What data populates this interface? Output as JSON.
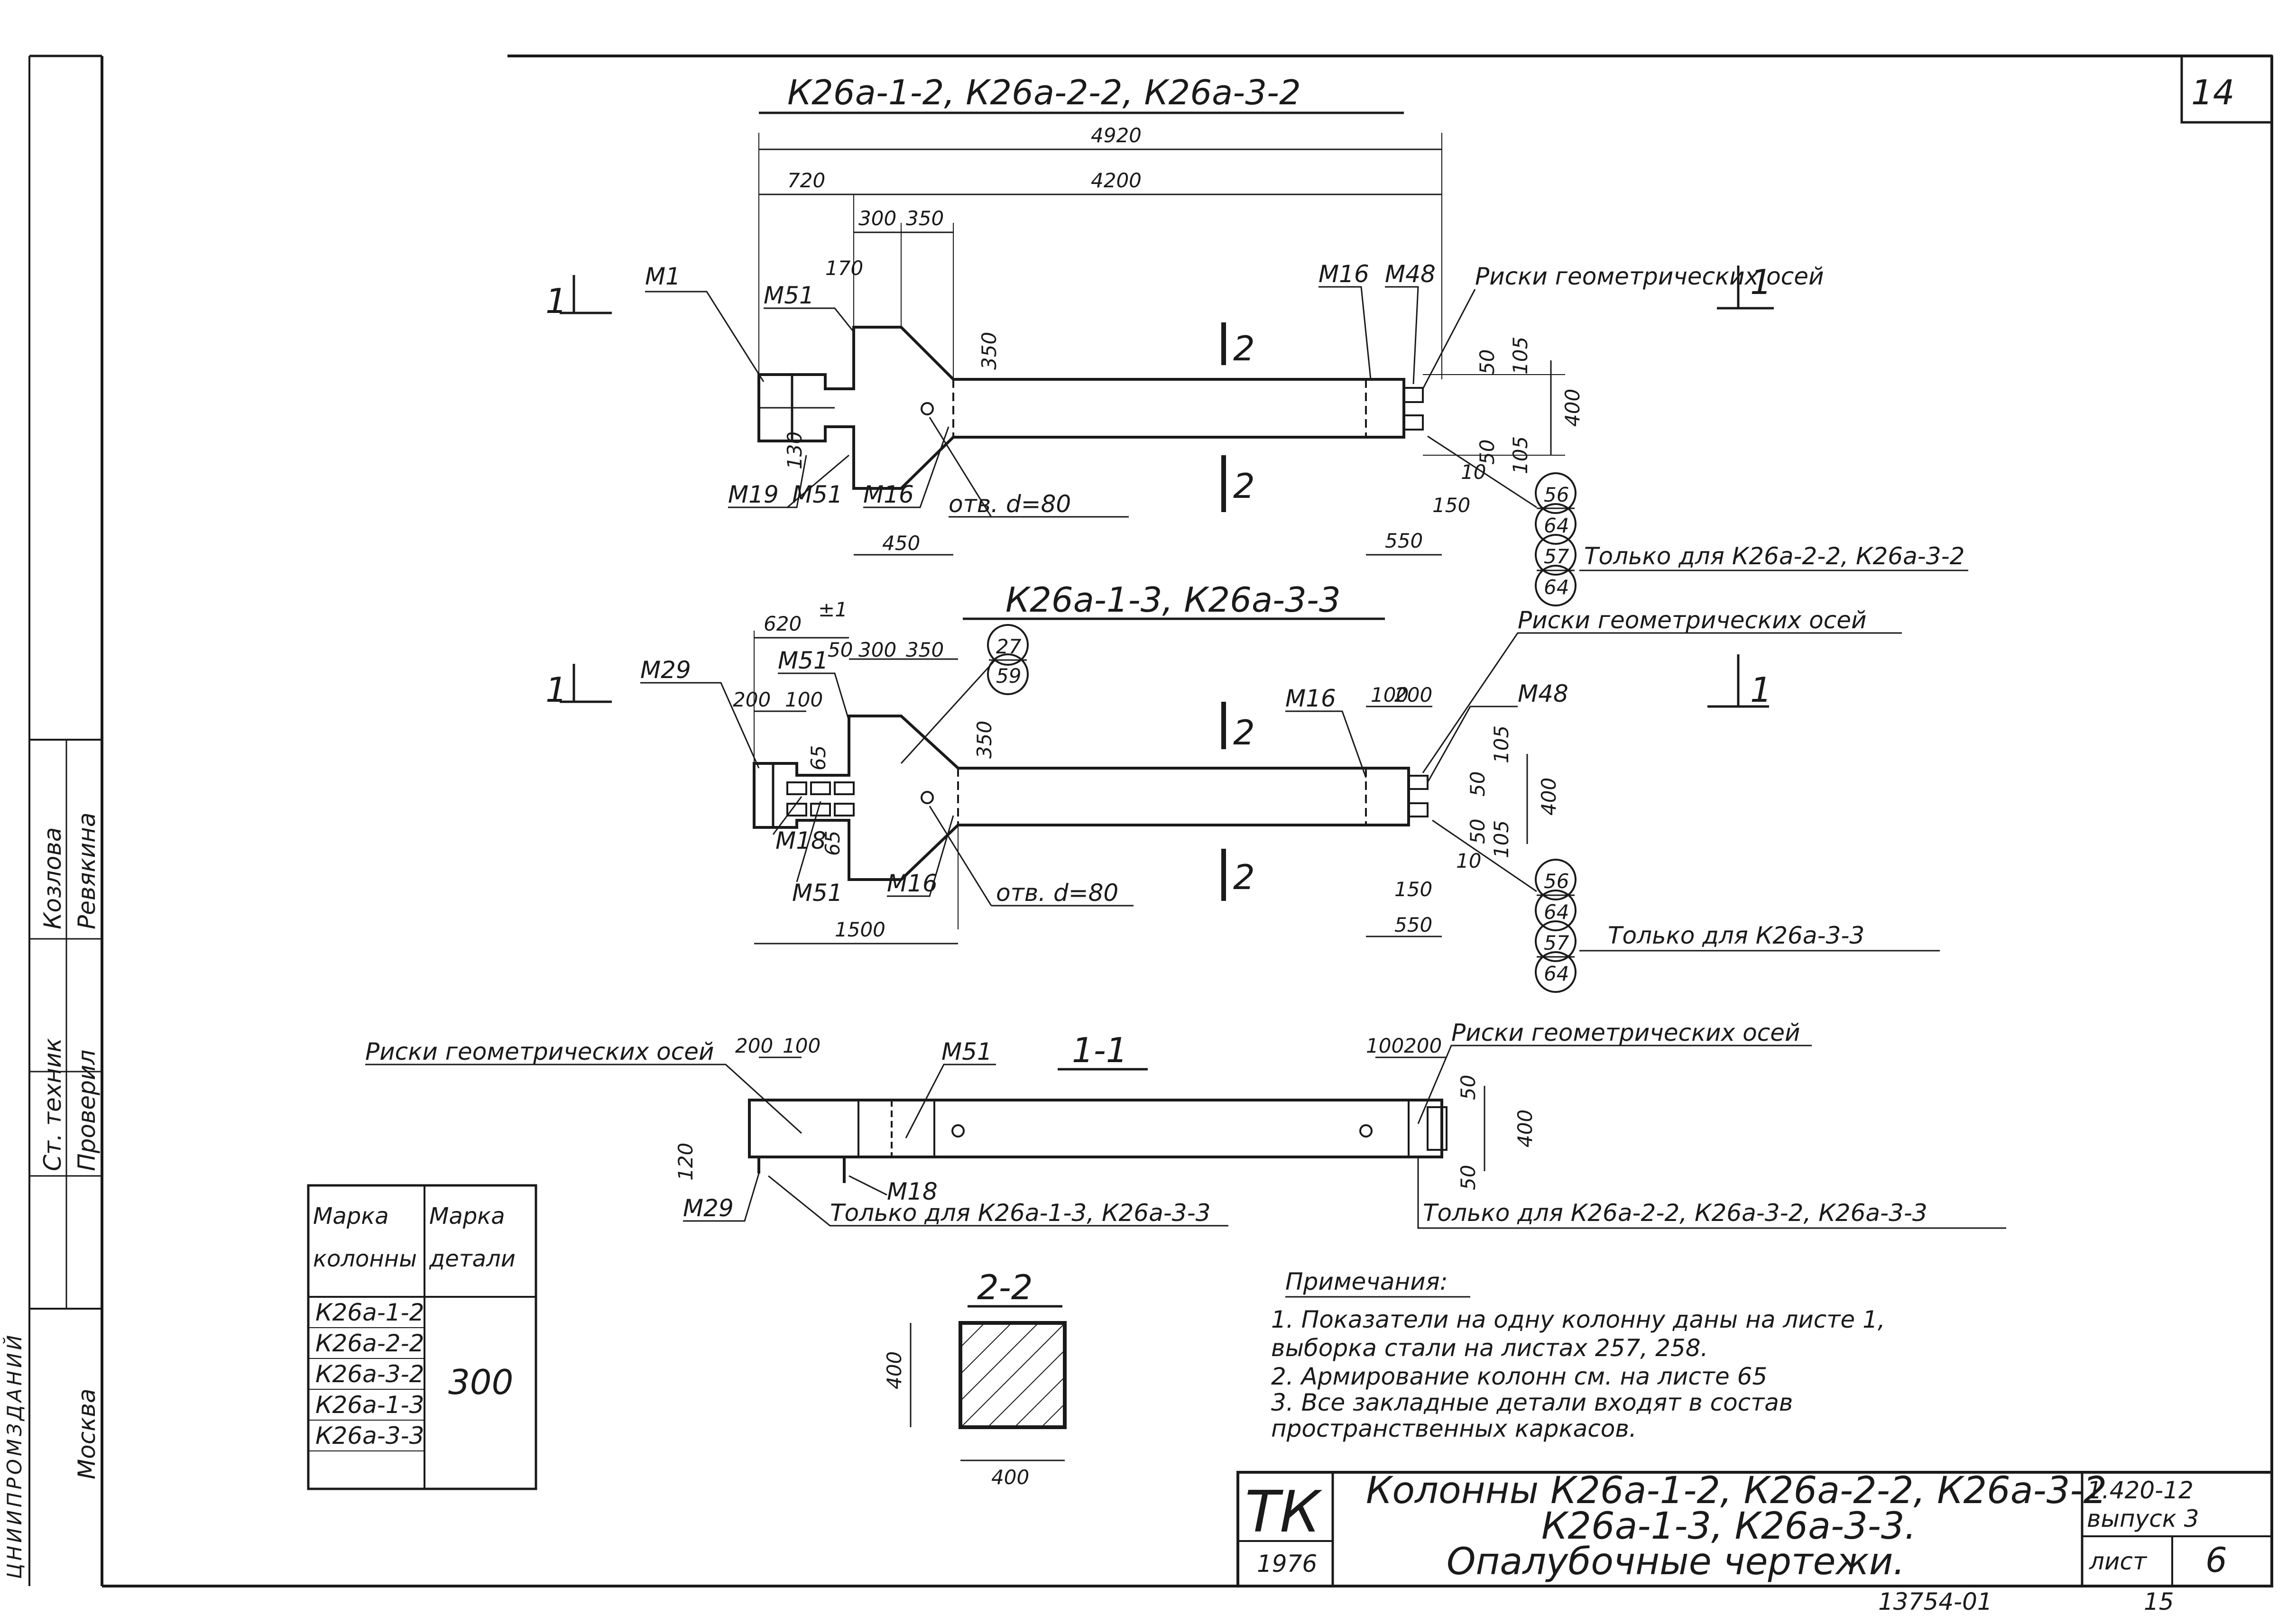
{
  "sheet": {
    "sheet_no_corner": "14",
    "doc_number": "1.420-12",
    "issue": "выпуск 3",
    "sheet_label": "лист",
    "sheet_no": "6",
    "org": "ТК",
    "year": "1976",
    "title_line1": "Колонны К26а-1-2, К26а-2-2, К26а-3-2",
    "title_line2": "К26а-1-3, К26а-3-3.",
    "title_line3": "Опалубочные чертежи.",
    "bottom_number": "13754-01",
    "bottom_page": "15"
  },
  "side_stamp": {
    "roles": [
      "Ст. техник",
      "Проверил"
    ],
    "names": [
      "Козлова",
      "Ревякина"
    ],
    "city": "Москва",
    "org": "ЦНИИПРОМЗДАНИЙ"
  },
  "view1": {
    "title": "К26а-1-2, К26а-2-2, К26а-3-2",
    "dims": [
      "4920",
      "720",
      "4200",
      "300",
      "350",
      "170",
      "350",
      "130",
      "450",
      "50",
      "105",
      "400",
      "50",
      "105",
      "10",
      "150",
      "550"
    ],
    "labels": [
      "М1",
      "М51",
      "М19",
      "М51",
      "М16",
      "М16",
      "М48",
      "Риски геометрических осей",
      "отв. d=80"
    ],
    "section": [
      "1",
      "1",
      "2",
      "2"
    ],
    "bubbles": [
      {
        "top": "56",
        "bottom": "64",
        "note": ""
      },
      {
        "top": "57",
        "bottom": "64",
        "note": "Только для К26а-2-2, К26а-3-2"
      }
    ]
  },
  "view2": {
    "title": "К26а-1-3, К26а-3-3",
    "dims": [
      "620",
      "±1",
      "50",
      "300",
      "350",
      "200",
      "100",
      "65",
      "65",
      "350",
      "100",
      "200",
      "105",
      "50",
      "400",
      "50",
      "105",
      "10",
      "150",
      "550",
      "1500"
    ],
    "labels": [
      "М29",
      "М51",
      "М18",
      "М51",
      "М16",
      "М16",
      "М48",
      "Риски геометрических осей",
      "отв. d=80"
    ],
    "section": [
      "1",
      "1",
      "2",
      "2"
    ],
    "bubbles": [
      {
        "top": "27",
        "bottom": "59",
        "note": ""
      },
      {
        "top": "56",
        "bottom": "64",
        "note": ""
      },
      {
        "top": "57",
        "bottom": "64",
        "note": "Только для К26а-3-3"
      }
    ]
  },
  "view3": {
    "title": "1-1",
    "dims": [
      "200",
      "100",
      "100",
      "200",
      "50",
      "400",
      "50",
      "120"
    ],
    "labels": [
      "Риски геометрических осей",
      "Риски геометрических осей",
      "М51",
      "М18",
      "М29"
    ],
    "notes": [
      "Только для К26а-1-3, К26а-3-3",
      "Только для К26а-2-2, К26а-3-2, К26а-3-3"
    ]
  },
  "section22": {
    "title": "2-2",
    "dim_v": "400",
    "dim_h": "400"
  },
  "table": {
    "headers": [
      "Марка колонны",
      "Марка детали"
    ],
    "rows": [
      "К26а-1-2",
      "К26а-2-2",
      "К26а-3-2",
      "К26а-1-3",
      "К26а-3-3"
    ],
    "detail": "300"
  },
  "notes": {
    "title": "Примечания:",
    "items": [
      "1. Показатели на одну колонну даны на листе 1,",
      "выборка стали на листах 257, 258.",
      "2. Армирование колонн см. на листе 65",
      "3. Все закладные детали входят в состав",
      "пространственных каркасов."
    ]
  }
}
